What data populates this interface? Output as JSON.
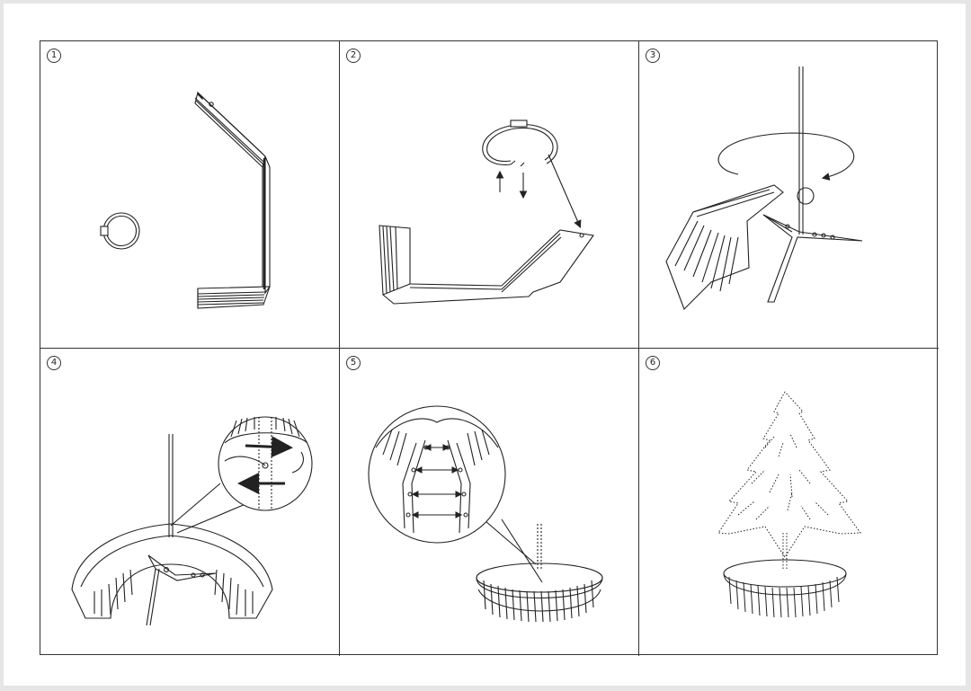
{
  "steps": [
    {
      "number": "1"
    },
    {
      "number": "2"
    },
    {
      "number": "3"
    },
    {
      "number": "4"
    },
    {
      "number": "5"
    },
    {
      "number": "6"
    }
  ],
  "colors": {
    "line": "#222222",
    "frame": "#333333",
    "page": "#ffffff",
    "background": "#e6e6e6"
  }
}
